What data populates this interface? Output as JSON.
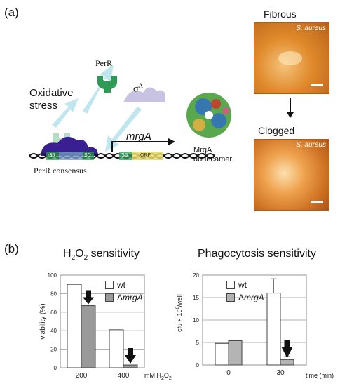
{
  "panel_a": {
    "label": "(a)",
    "perr": "PerR",
    "oxidative": "Oxidative",
    "stress": "stress",
    "sigma_base": "σ",
    "sigma_sup": "A",
    "gene": "mrgA",
    "consensus": "PerR consensus",
    "box35": "-35",
    "sd1": "SD",
    "sd2": "SD",
    "orf": "ORF",
    "mrga_line1": "MrgA",
    "mrga_line2": "dodecamer",
    "fibrous": "Fibrous",
    "clogged": "Clogged",
    "s_aureus_1": "S. aureus",
    "s_aureus_2": "S. aureus",
    "colors": {
      "perr": "#2e9a56",
      "sigma": "#c8c3e3",
      "arrow": "#bfe6ee",
      "protein": "#3a1f92",
      "afm": "#e08a2c"
    }
  },
  "panel_b": {
    "label": "(b)",
    "h2o2_title_prefix": "H",
    "h2o2_title_mid": "O",
    "h2o2_title_suffix": "sensitivity",
    "h2o2_sub": "2",
    "phago_title": "Phagocytosis sensitivity",
    "legend_wt": "wt",
    "legend_delta": "Δ",
    "legend_mrga": "mrgA",
    "xunit1_prefix": "mM H",
    "xunit1_mid": "O",
    "xunit1_sub": "2",
    "xunit2": "time (min)",
    "ylabel2_prefix": "cfu × 10",
    "ylabel2_sup": "6",
    "ylabel2_suffix": "/well"
  },
  "chart_data": [
    {
      "type": "bar",
      "title": "H2O2 sensitivity",
      "categories": [
        "200",
        "400"
      ],
      "series": [
        {
          "name": "wt",
          "values": [
            90,
            41
          ]
        },
        {
          "name": "ΔmrgA",
          "values": [
            67,
            3
          ]
        }
      ],
      "xlabel": "mM H2O2",
      "ylabel": "viability (%)",
      "ylim": [
        0,
        100
      ],
      "yticks": [
        "0",
        "20",
        "40",
        "60",
        "80",
        "100"
      ],
      "grid": true,
      "legend": "top-right",
      "colors": [
        "#ffffff",
        "#9a9a9a"
      ]
    },
    {
      "type": "bar",
      "title": "Phagocytosis sensitivity",
      "categories": [
        "0",
        "30"
      ],
      "series": [
        {
          "name": "wt",
          "values": [
            4.8,
            16
          ],
          "error": [
            0,
            3.2
          ]
        },
        {
          "name": "ΔmrgA",
          "values": [
            5.4,
            1.2
          ],
          "error": [
            0,
            0.7
          ]
        }
      ],
      "xlabel": "time (min)",
      "ylabel": "cfu × 10^6/well",
      "ylim": [
        0,
        20
      ],
      "yticks": [
        "0",
        "5",
        "10",
        "15",
        "20"
      ],
      "grid": true,
      "legend": "top-right",
      "colors": [
        "#ffffff",
        "#b4b4b4"
      ]
    }
  ]
}
